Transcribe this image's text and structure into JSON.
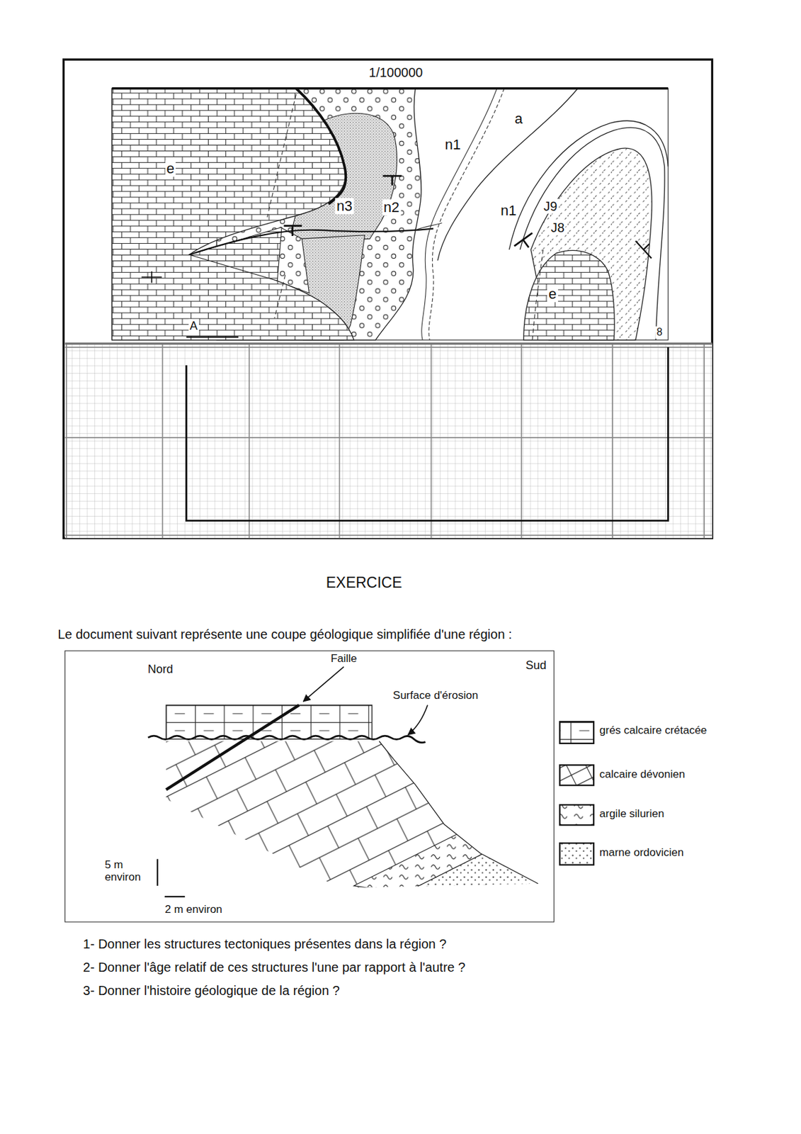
{
  "diagram": {
    "title": "EXERCICE",
    "labels": [
      "1/100000",
      "e",
      "n3",
      "n2",
      "n1",
      "a",
      "n1",
      "J9",
      "J8",
      "e",
      "A",
      "8",
      "Le document suivant représente une coupe géologique simplifiée d'une région :",
      "Nord",
      "Faille",
      "Sud",
      "Surface d'érosion",
      "5 m environ",
      "2 m environ",
      "1- Donner les structures tectoniques présentes dans la région ?",
      "2- Donner l'âge relatif de ces structures l'une par rapport à l'autre ?",
      "3- Donner l'histoire géologique de la région ?"
    ],
    "legend": [
      {
        "text": "grés calcaire crétacée"
      },
      {
        "text": "calcaire dévonien"
      },
      {
        "text": "argile silurien"
      },
      {
        "text": "marne ordovicien"
      }
    ]
  }
}
